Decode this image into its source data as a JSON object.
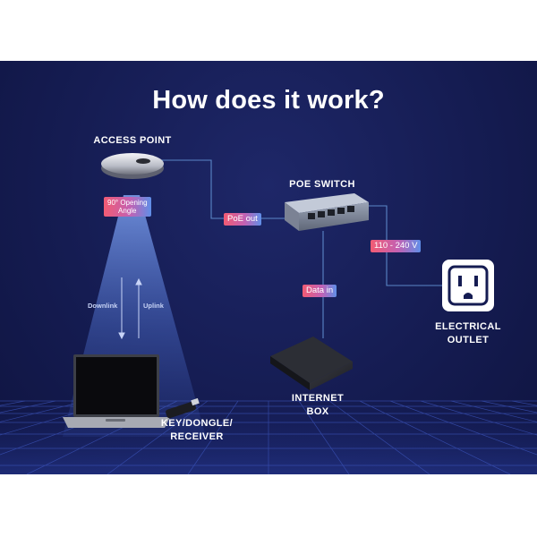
{
  "title": "How does it work?",
  "labels": {
    "access_point": "ACCESS POINT",
    "poe_switch": "POE SWITCH",
    "electrical_outlet_line1": "ELECTRICAL",
    "electrical_outlet_line2": "OUTLET",
    "internet_box_line1": "INTERNET",
    "internet_box_line2": "BOX",
    "receiver_line1": "KEY/DONGLE/",
    "receiver_line2": "RECEIVER"
  },
  "tags": {
    "opening_angle_line1": "90° Opening",
    "opening_angle_line2": "Angle",
    "poe_out": "PoE out",
    "voltage": "110 - 240 V",
    "data_in": "Data in"
  },
  "arrows": {
    "downlink": "Downlink",
    "uplink": "Uplink"
  },
  "colors": {
    "background": "#151c52",
    "line": "#5b86c7",
    "beam": "#5a7fd6",
    "tag_start": "#f25b73",
    "tag_end": "#5f8fe8"
  },
  "icons": {
    "access_point": "ceiling-access-point-icon",
    "switch": "poe-switch-icon",
    "outlet": "power-outlet-icon",
    "router": "internet-box-icon",
    "laptop": "laptop-icon",
    "dongle": "usb-dongle-icon"
  }
}
